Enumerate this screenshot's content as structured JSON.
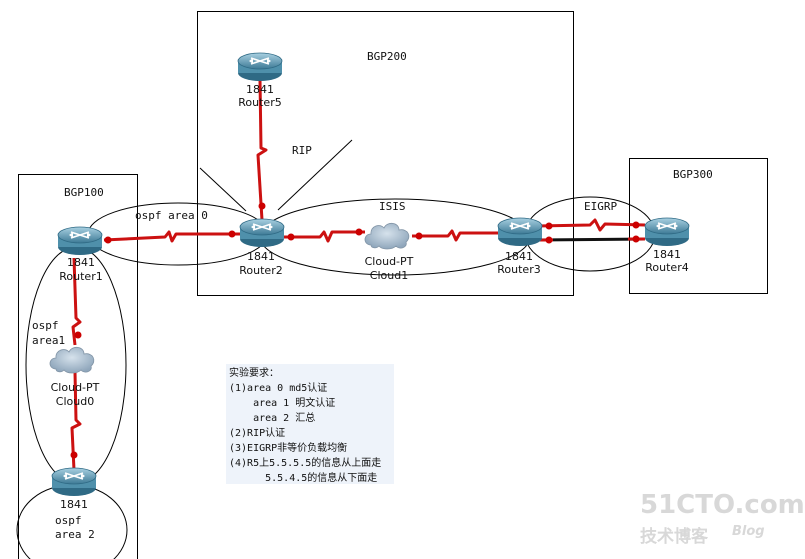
{
  "regions": {
    "bgp100": "BGP100",
    "bgp200": "BGP200",
    "bgp300": "BGP300"
  },
  "routers": {
    "r1": {
      "model": "1841",
      "name": "Router1"
    },
    "r2": {
      "model": "1841",
      "name": "Router2"
    },
    "r3": {
      "model": "1841",
      "name": "Router3"
    },
    "r4": {
      "model": "1841",
      "name": "Router4"
    },
    "r5": {
      "model": "1841",
      "name": "Router5"
    },
    "r6": {
      "model": "1841",
      "name": ""
    }
  },
  "clouds": {
    "c0": {
      "type": "Cloud-PT",
      "name": "Cloud0"
    },
    "c1": {
      "type": "Cloud-PT",
      "name": "Cloud1"
    }
  },
  "protocols": {
    "ospf_area0": "ospf area 0",
    "ospf_area1_l1": "ospf",
    "ospf_area1_l2": "area1",
    "ospf_area2_l1": "ospf",
    "ospf_area2_l2": "area 2",
    "rip": "RIP",
    "isis": "ISIS",
    "eigrp": "EIGRP"
  },
  "requirements": {
    "title": "实验要求：",
    "lines": [
      "(1)area 0 md5认证",
      "    area 1 明文认证",
      "    area 2 汇总",
      "(2)RIP认证",
      "(3)EIGRP非等价负载均衡",
      "(4)R5上5.5.5.5的信息从上面走",
      "      5.5.4.5的信息从下面走"
    ]
  },
  "watermark": {
    "site": "51CTO.com",
    "sub": "技术博客",
    "blog": "Blog"
  },
  "colors": {
    "link": "#cc1111",
    "endpoint": "#cc0000",
    "router_body": "#5b9ab3",
    "cloud": "#9fb4c7"
  }
}
